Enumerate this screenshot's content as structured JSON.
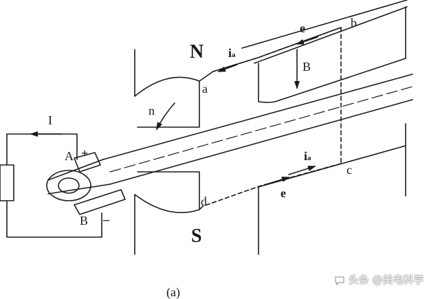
{
  "diagram": {
    "labels": {
      "pole_n": "N",
      "pole_s": "S",
      "corner_a": "a",
      "corner_b": "b",
      "corner_c": "c",
      "corner_d": "d",
      "emf_top": "e",
      "emf_bottom": "e",
      "current_top": "i",
      "current_top_sub": "a",
      "current_bottom": "i",
      "current_bottom_sub": "a",
      "field": "B",
      "rotation": "n",
      "circuit_current": "I",
      "brush_a": "A",
      "brush_a_sign": "+",
      "brush_b": "B",
      "brush_b_sign": "–",
      "caption": "(a)"
    },
    "watermark": "头条 @美电科学",
    "colors": {
      "line": "#1a1a1a",
      "background": "#ffffff"
    },
    "icons": {
      "watermark_logo": "chat-bubble-icon",
      "resistor": "resistor-icon"
    }
  }
}
